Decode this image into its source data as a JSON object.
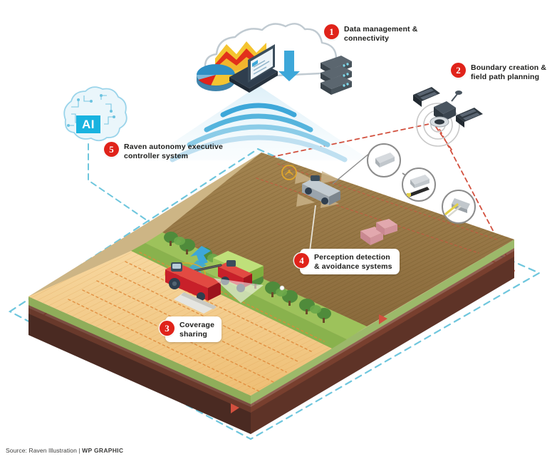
{
  "title": "Raven autonomy field system infographic",
  "callouts": [
    {
      "number": "1",
      "label": "Data management &\nconnectivity",
      "style": "plain"
    },
    {
      "number": "2",
      "label": "Boundary creation &\nfield path planning",
      "style": "plain"
    },
    {
      "number": "3",
      "label": "Coverage\nsharing",
      "style": "boxed"
    },
    {
      "number": "4",
      "label": "Perception detection\n& avoidance systems",
      "style": "boxed"
    },
    {
      "number": "5",
      "label": "Raven autonomy executive\ncontroller system",
      "style": "plain"
    }
  ],
  "ai_icon": {
    "text": "AI",
    "name": "artificial-intelligence-brain"
  },
  "credit": {
    "source": "Source: Raven Illustration  |  ",
    "publisher": "WP GRAPHIC"
  },
  "colors": {
    "badge_red": "#e0231a",
    "ai_blue": "#19b3e0",
    "cloud_outline": "#b9c4cb",
    "arrow_blue": "#3da7d9",
    "signal_blue_dark": "#3da7d9",
    "signal_blue_light": "#a8d8ef",
    "beam_blue": "#e3f1f9",
    "field_wheat": "#f2c57c",
    "field_wheat_light": "#f6d79f",
    "field_soil": "#8a6a3c",
    "field_tilled": "#9a7c45",
    "field_green_edge": "#8fad5a",
    "field_side_dark": "#4a2a22",
    "field_side_red": "#6d3b2c",
    "grass_green": "#9dc25b",
    "tree_green": "#4f8b3b",
    "combine_red": "#c8202a",
    "cart_green": "#7fae3e",
    "rock_pink": "#d9939a",
    "boundary_red": "#d84b3a",
    "boundary_cyan": "#6ec6dd",
    "server_dark": "#3a4750",
    "laptop_dark": "#2f3e4e",
    "chart_yellow": "#f4c430",
    "chart_red": "#e0231a",
    "chart_blue": "#2f8fc4"
  },
  "scene_elements": [
    {
      "name": "cloud",
      "label": "cloud platform"
    },
    {
      "name": "upload-arrow",
      "label": "upload"
    },
    {
      "name": "download-arrow",
      "label": "download"
    },
    {
      "name": "server-rack",
      "label": "data servers"
    },
    {
      "name": "laptop",
      "label": "laptop"
    },
    {
      "name": "pie-chart",
      "label": "analytics pie chart"
    },
    {
      "name": "area-chart",
      "label": "analytics area chart"
    },
    {
      "name": "satellite",
      "label": "GPS satellite"
    },
    {
      "name": "radar-target",
      "label": "positioning target"
    },
    {
      "name": "sensor-bubble",
      "label": "sensor callout"
    },
    {
      "name": "combine-harvester",
      "label": "combine harvester"
    },
    {
      "name": "grain-cart",
      "label": "grain cart"
    },
    {
      "name": "tractor",
      "label": "tractor"
    },
    {
      "name": "autonomous-vehicle",
      "label": "autonomous machine"
    },
    {
      "name": "obstacle-rocks",
      "label": "rock obstacles"
    },
    {
      "name": "tree-line",
      "label": "tree line"
    },
    {
      "name": "field-block",
      "label": "isometric field"
    }
  ]
}
